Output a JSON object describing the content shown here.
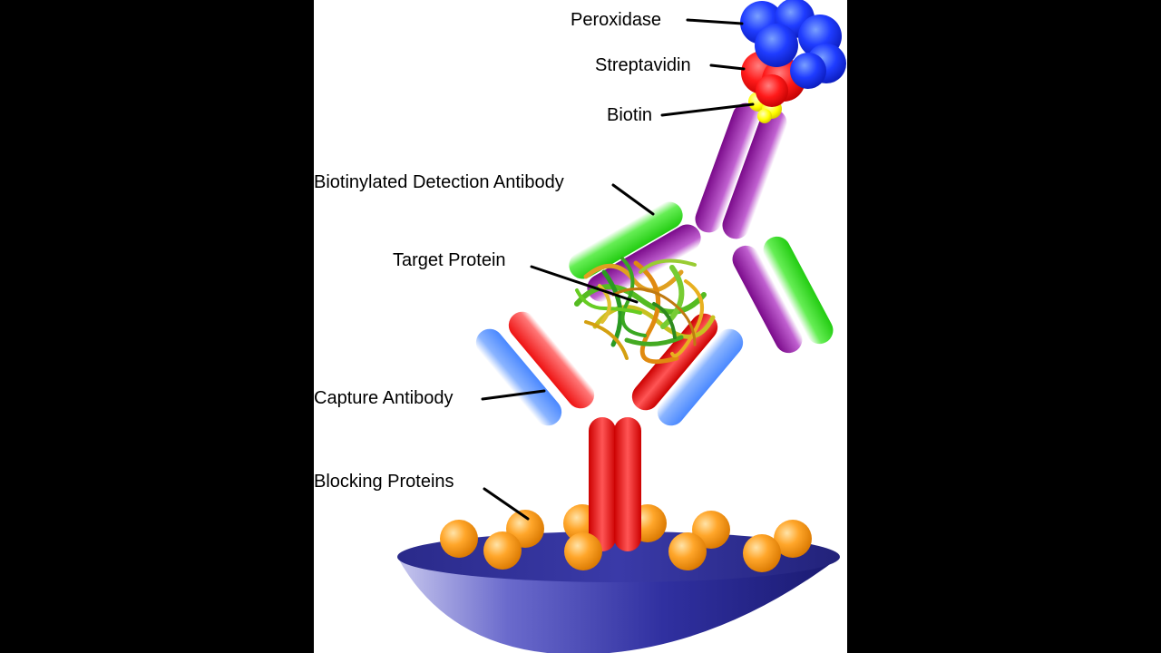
{
  "labels": {
    "peroxidase": "Peroxidase",
    "streptavidin": "Streptavidin",
    "biotin": "Biotin",
    "detection_antibody": "Biotinylated Detection Antibody",
    "target_protein": "Target Protein",
    "capture_antibody": "Capture Antibody",
    "blocking_proteins": "Blocking Proteins"
  },
  "colors": {
    "background_side": "#000000",
    "panel": "#ffffff",
    "peroxidase": "#1f3cff",
    "streptavidin": "#ff1a1a",
    "biotin": "#ffff00",
    "detection_antibody": "#8a0f9a",
    "detection_light_chain": "#33dd22",
    "capture_antibody": "#ee1111",
    "capture_light_chain": "#5599ff",
    "blocking_protein": "#ffa62a",
    "well": "#2a2a9a",
    "label_text": "#000000",
    "leader_line": "#000000"
  }
}
